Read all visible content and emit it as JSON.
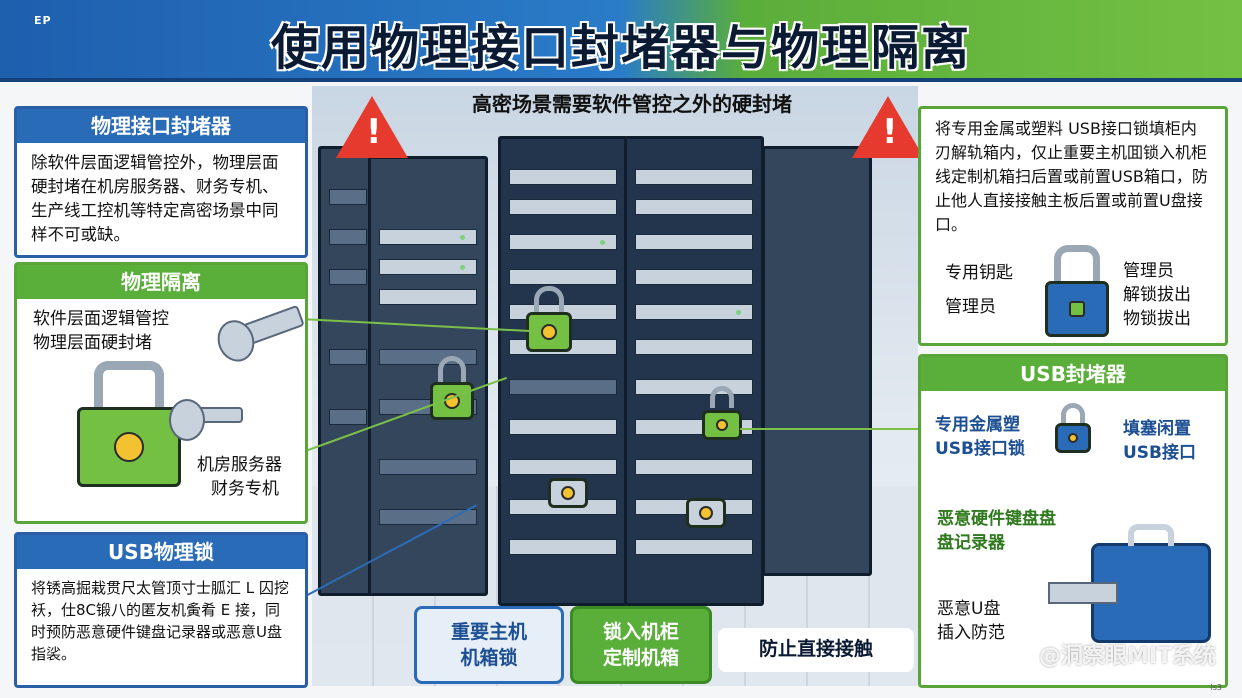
{
  "header": {
    "brand": "EP",
    "title": "使用物理接口封堵器与物理隔离"
  },
  "scene": {
    "subtitle": "高密场景需要软件管控之外的硬封堵"
  },
  "panels": {
    "interface_blocker": {
      "title": "物理接口封堵器",
      "body": "除软件层面逻辑管控外，物理层面硬封堵在机房服务器、财务专机、生产线工控机等特定高密场景中同样不可或缺。"
    },
    "physical_isolation": {
      "title": "物理隔离",
      "line1": "软件层面逻辑管控",
      "line2": "物理层面硬封堵",
      "line3": "机房服务器",
      "line4": "财务专机"
    },
    "usb_lock": {
      "title": "USB物理锁",
      "body": "将锈高掘栽贯尺太管顶寸士胍汇 L 囚挖袄，仕8C锻八的匿友机夤肴 E 接，同时预防恶意硬件键盘记录器或恶意U盘指裟。"
    },
    "right_top": {
      "body": "将专用金属或塑料 USB接口锁填柜内刃解轨箱内，仅止重要主机囬锁入机柜 线定制机箱扫后置或前置USB箱口，防止他人直接接触主板后置或前置U盘接口。",
      "key_line1": "专用钥匙",
      "key_line2": "管理员",
      "admin_line1": "管理员",
      "admin_line2": "解锁拔出",
      "admin_line3": "物锁拔出"
    },
    "usb_blocker": {
      "title": "USB封堵器",
      "left_line1": "专用金属塑",
      "left_line2": "USB接口锁",
      "right_line1": "填塞闲置",
      "right_line2": "USB接口",
      "keylogger_line1": "恶意硬件键盘盘",
      "keylogger_line2": "盘记录器",
      "malicious_line1": "恶意U盘",
      "malicious_line2": "插入防范"
    }
  },
  "tags": {
    "host_lock_line1": "重要主机",
    "host_lock_line2": "机箱锁",
    "cabinet_line1": "锁入机柜",
    "cabinet_line2": "定制机箱",
    "prevent": "防止直接接触"
  },
  "watermark": "@洞察眼MIT系统",
  "footer_mark": "ls3",
  "colors": {
    "primary_blue": "#2a6bb8",
    "primary_green": "#5aae3a",
    "warning_red": "#e63a2e"
  },
  "icons": [
    "warning-icon",
    "padlock-icon",
    "key-icon",
    "usb-blocker-icon"
  ]
}
